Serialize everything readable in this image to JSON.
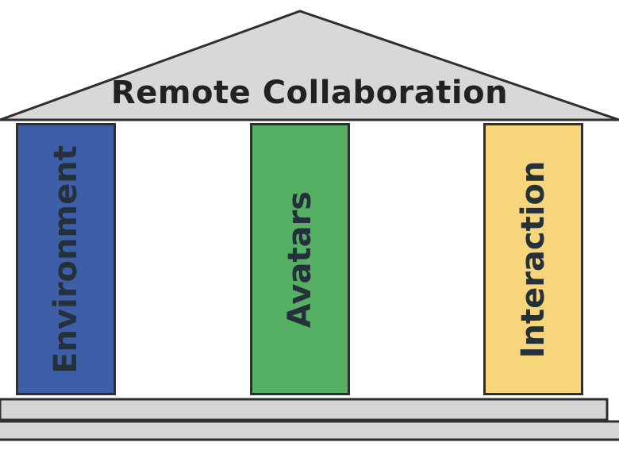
{
  "diagram": {
    "title": "Remote Collaboration",
    "pillars": [
      {
        "label": "Environment",
        "color": "#3f5ea8"
      },
      {
        "label": "Avatars",
        "color": "#55b063"
      },
      {
        "label": "Interaction",
        "color": "#f7d57a"
      }
    ],
    "roof_color": "#d8d8d8",
    "base_color": "#d5d5d5",
    "outline_color": "#2f2f2f"
  }
}
